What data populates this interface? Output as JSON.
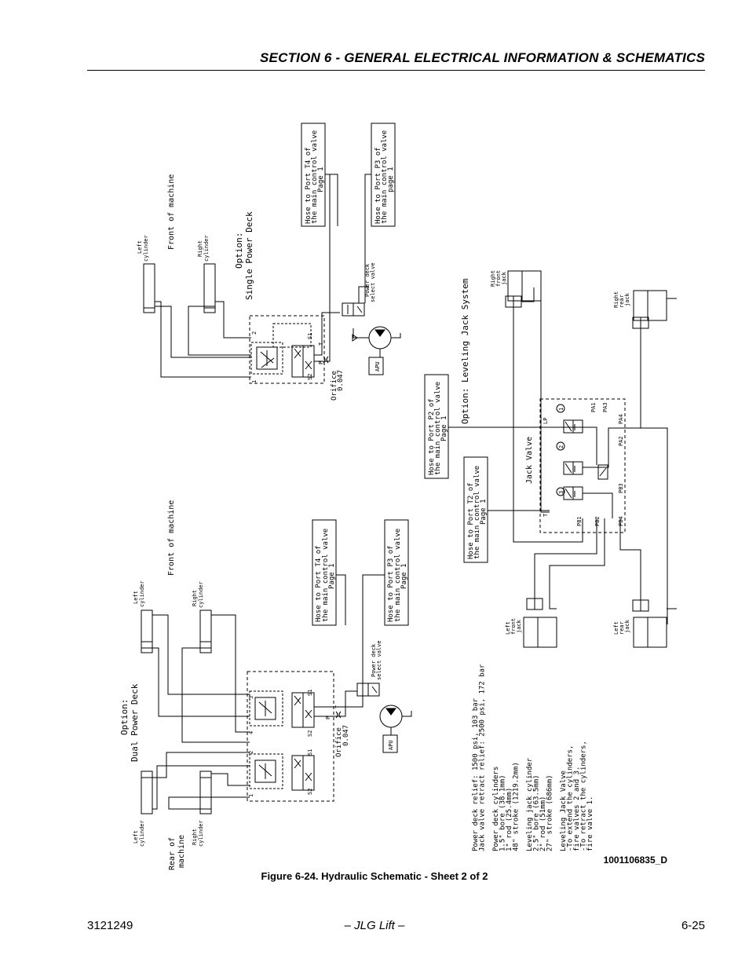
{
  "header": {
    "section_title": "SECTION 6 - GENERAL ELECTRICAL INFORMATION & SCHEMATICS"
  },
  "diagram": {
    "drawing_number": "1001106835_D",
    "single_deck": {
      "title_line1": "Option:",
      "title_line2": "Single Power Deck",
      "front_label": "Front of machine",
      "left_cyl_1": "Left",
      "left_cyl_2": "cylinder",
      "right_cyl_1": "Right",
      "right_cyl_2": "cylinder",
      "hose_t4": [
        "Hose to Port T4 of",
        "the main control valve",
        "Page 1"
      ],
      "hose_p3": [
        "Hose to Port P3 of",
        "the main control valve",
        "page 1"
      ],
      "select_valve": [
        "Power deck",
        "select valve"
      ],
      "orifice": [
        "Orifice",
        "0.047"
      ],
      "apu": "APU",
      "port_s1": "S1",
      "port_s2": "S2",
      "port_p": "P",
      "port_t": "T",
      "port_1": "1",
      "port_2": "2"
    },
    "dual_deck": {
      "title_line1": "Option:",
      "title_line2": "Dual Power Deck",
      "front_label": "Front of machine",
      "rear_label": [
        "Rear of",
        "machine"
      ],
      "left_cyl_1": "Left",
      "left_cyl_2": "cylinder",
      "right_cyl_1": "Right",
      "right_cyl_2": "cylinder",
      "hose_t4": [
        "Hose to Port T4 of",
        "the main control valve",
        "Page 1"
      ],
      "hose_p3": [
        "Hose to Port P3 of",
        "the main control valve",
        "Page 1"
      ],
      "select_valve": [
        "Power deck",
        "select valve"
      ],
      "orifice": [
        "Orifice",
        "0.047"
      ],
      "apu": "APU",
      "port_s1": "S1",
      "port_s2": "S2",
      "port_p": "P",
      "port_t": "T",
      "port_1": "1",
      "port_2": "2",
      "port_3": "3",
      "port_4": "4"
    },
    "leveling": {
      "title": "Option: Leveling Jack System",
      "hose_p2": [
        "Hose to Port P2 of",
        "the main control valve",
        "Page 1"
      ],
      "hose_t2": [
        "Hose to Port T2 of",
        "the main control valve",
        "Page 1"
      ],
      "jack_valve": "Jack Valve",
      "right_front": [
        "Right",
        "front",
        "jack"
      ],
      "right_rear": [
        "Right",
        "rear",
        "jack"
      ],
      "left_front": [
        "Left",
        "front",
        "jack"
      ],
      "left_rear": [
        "Left",
        "rear",
        "jack"
      ],
      "ports": [
        "LP",
        "PA1",
        "PA3",
        "PA4",
        "PA2",
        "PB3",
        "PB4",
        "PB2",
        "PB1",
        "T"
      ],
      "valve_numbers": [
        "1",
        "2",
        "3"
      ]
    },
    "notes": [
      "Power deck relief: 1500 psi, 103 bar",
      "Jack valve retract relief: 2500 psi, 172 bar",
      "",
      "Power deck cylinders",
      "1.5\" bore (38.1mm)",
      "1\" rod (25.4mm)",
      "48\" stroke (1219.2mm)",
      "",
      "Leveling jack cylinder",
      "2.5\" bore (63.5mm)",
      "2\" rod (51mm)",
      "27\" stroke (686mm)",
      "",
      "Leveling Jack Valve",
      "-To extend the cylinders,",
      "fire valves 2 and 3.",
      "-To retract the cylinders,",
      "fire valve 1."
    ]
  },
  "caption": "Figure 6-24.  Hydraulic Schematic - Sheet 2 of 2",
  "footer": {
    "doc_number": "3121249",
    "publisher": "– JLG Lift –",
    "page": "6-25"
  }
}
